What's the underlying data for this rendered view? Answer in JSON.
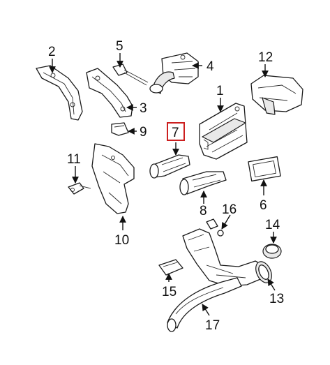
{
  "diagram": {
    "callouts": [
      {
        "id": "c1",
        "text": "1"
      },
      {
        "id": "c2",
        "text": "2"
      },
      {
        "id": "c3",
        "text": "3"
      },
      {
        "id": "c4",
        "text": "4"
      },
      {
        "id": "c5",
        "text": "5"
      },
      {
        "id": "c6",
        "text": "6"
      },
      {
        "id": "c7",
        "text": "7",
        "highlighted": true
      },
      {
        "id": "c8",
        "text": "8"
      },
      {
        "id": "c9",
        "text": "9"
      },
      {
        "id": "c10",
        "text": "10"
      },
      {
        "id": "c11",
        "text": "11"
      },
      {
        "id": "c12",
        "text": "12"
      },
      {
        "id": "c13",
        "text": "13"
      },
      {
        "id": "c14",
        "text": "14"
      },
      {
        "id": "c15",
        "text": "15"
      },
      {
        "id": "c16",
        "text": "16"
      },
      {
        "id": "c17",
        "text": "17"
      }
    ],
    "highlight_color": "#cc1f1f"
  }
}
